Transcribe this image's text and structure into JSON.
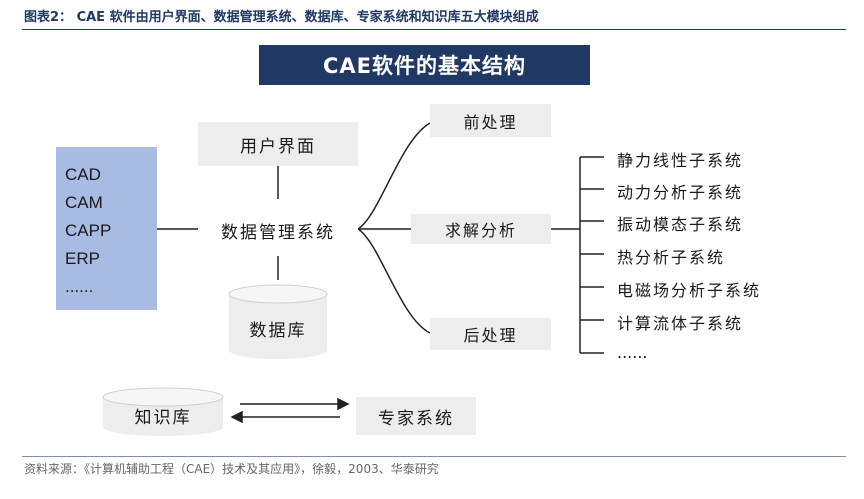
{
  "caption": "图表2： CAE 软件由用户界面、数据管理系统、数据库、专家系统和知识库五大模块组成",
  "title": "CAE软件的基本结构",
  "tools": [
    "CAD",
    "CAM",
    "CAPP",
    "ERP",
    "......"
  ],
  "modules": {
    "ui": "用户界面",
    "dms": "数据管理系统",
    "db": "数据库",
    "pre": "前处理",
    "solve": "求解分析",
    "post": "后处理",
    "kb": "知识库",
    "expert": "专家系统"
  },
  "subsystems": [
    "静力线性子系统",
    "动力分析子系统",
    "振动模态子系统",
    "热分析子系统",
    "电磁场分析子系统",
    "计算流体子系统",
    "......"
  ],
  "source": "资料来源：《计算机辅助工程（CAE）技术及其应用》，徐毅，2003、华泰研究",
  "colors": {
    "banner": "#1f3864",
    "tools_box": "#a8bbe3",
    "module_box": "#ededed"
  }
}
